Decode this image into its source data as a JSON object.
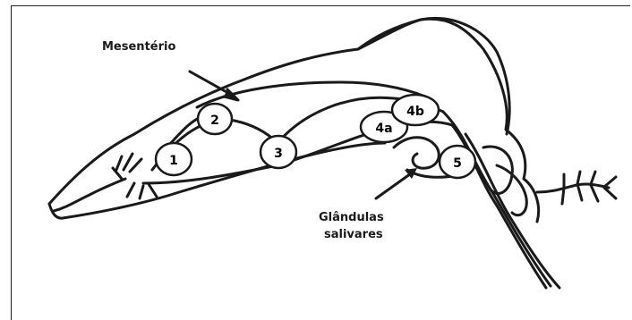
{
  "labels": {
    "mesenterio": "Mesentério",
    "glandulas_line1": "Glândulas",
    "glandulas_line2": "salivares"
  },
  "markers": {
    "m1": "1",
    "m2": "2",
    "m3": "3",
    "m4a": "4a",
    "m4b": "4b",
    "m5": "5"
  },
  "colors": {
    "ink": "#1a1a1a",
    "marker_fill": "#ffffff"
  }
}
